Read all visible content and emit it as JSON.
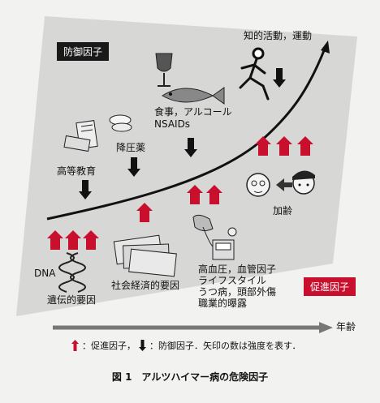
{
  "boxes": {
    "protective": "防御因子",
    "promoting": "促進因子"
  },
  "labels": {
    "intellect_exercise": "知的活動，運動",
    "food_alcohol": "食事，アルコール",
    "nsaids": "NSAIDs",
    "antihypertensive": "降圧薬",
    "higher_education": "高等教育",
    "aging": "加齢",
    "dna": "DNA",
    "genetic": "遺伝的要因",
    "socioeconomic": "社会経済的要因",
    "vascular": [
      "高血圧，血管因子",
      "ライフスタイル",
      "うつ病，頭部外傷",
      "職業的曝露"
    ],
    "age_axis": "年齢"
  },
  "legend": {
    "red_text": "：促進因子，",
    "black_text": "：防御因子．矢印の数は強度を表す．"
  },
  "caption": "図 1　アルツハイマー病の危険因子",
  "colors": {
    "promote": "#c8102e",
    "protect": "#111111",
    "plane": "#d6d6d4"
  },
  "icons": [
    "books-icon",
    "pill-icon",
    "wine-glass-icon",
    "fish-icon",
    "runner-icon",
    "dna-helix-icon",
    "banknotes-icon",
    "blood-pressure-monitor-icon",
    "elderly-face-icon",
    "young-face-icon"
  ]
}
